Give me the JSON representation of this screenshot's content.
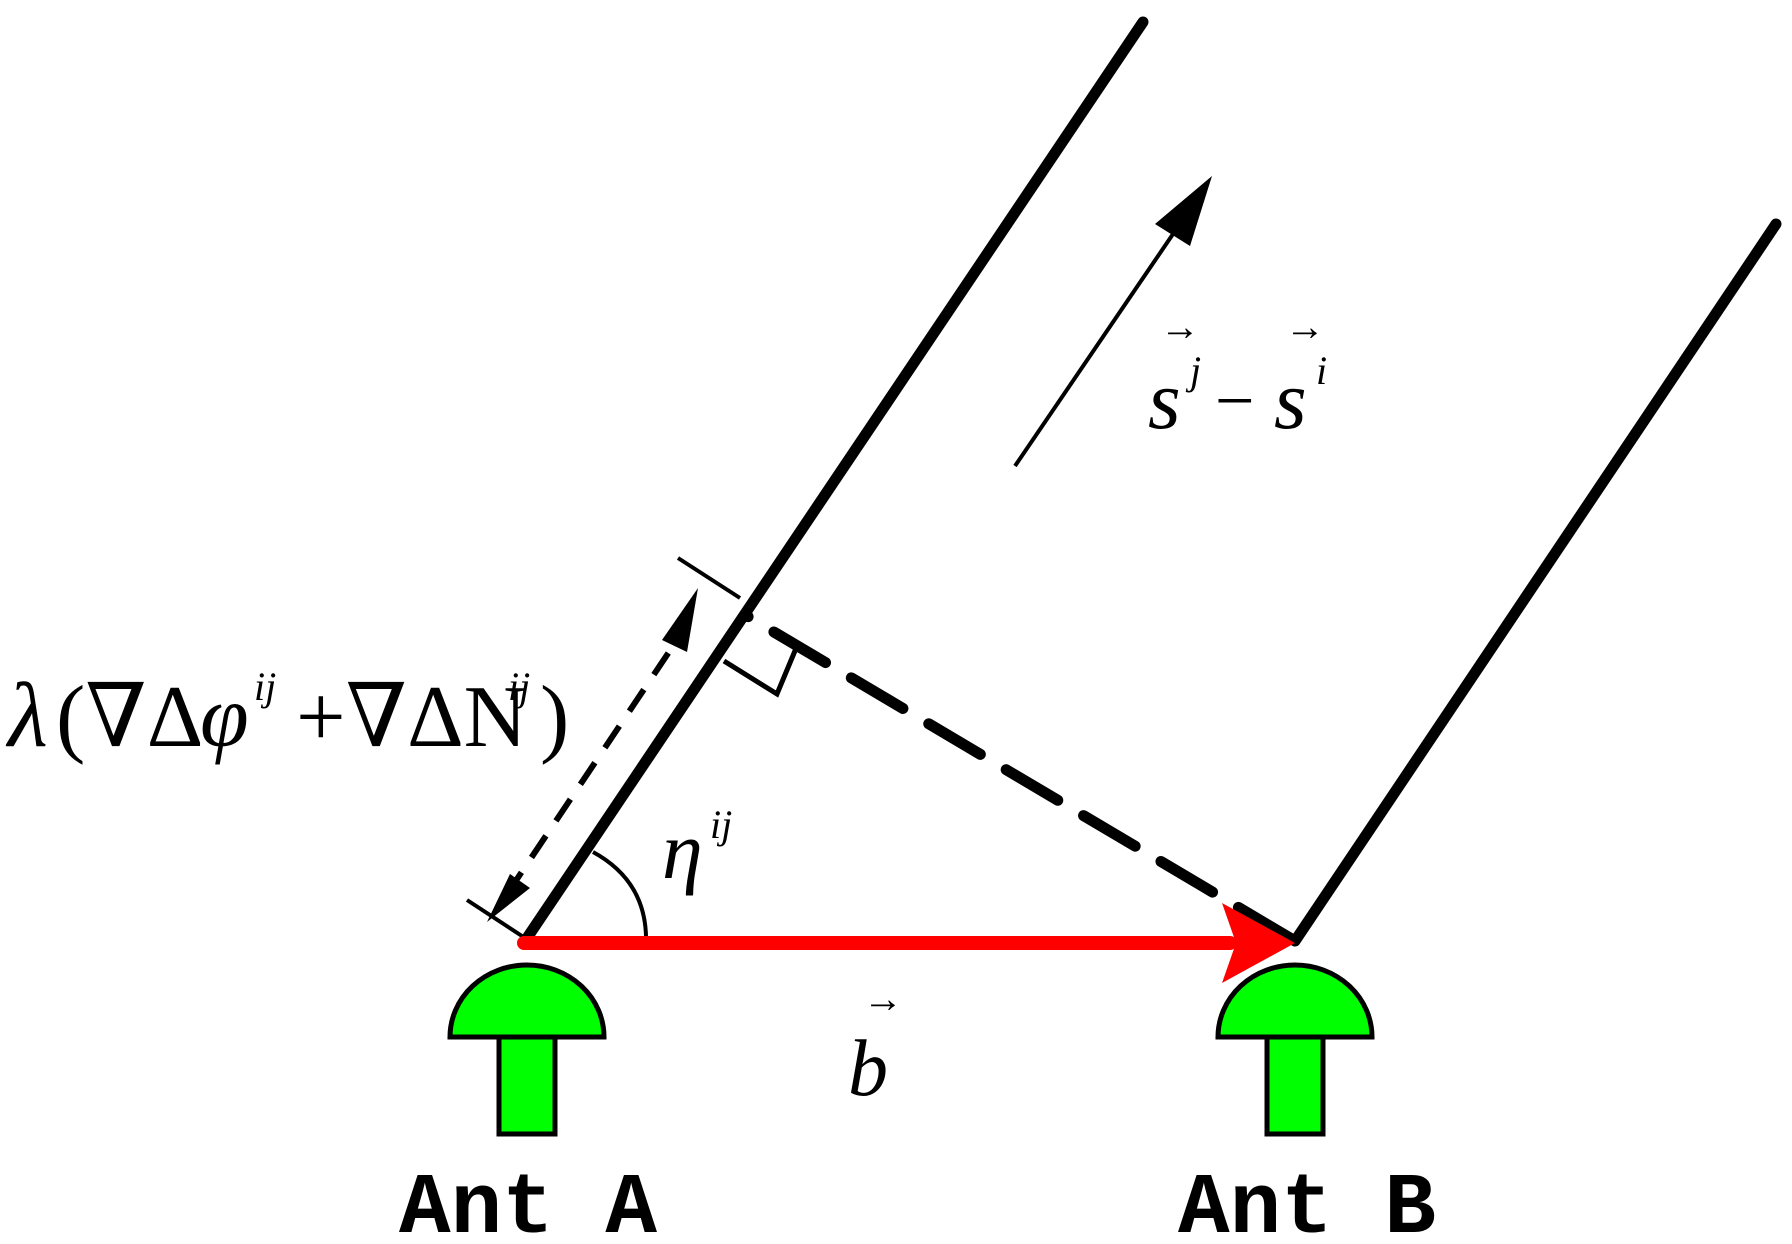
{
  "labels": {
    "ant_a": "Ant A",
    "ant_b": "Ant B",
    "baseline_symbol": "b",
    "angle_symbol": "η",
    "angle_superscript": "ij",
    "direction_first": "s",
    "direction_first_sup": "j",
    "direction_minus": "−",
    "direction_second": "s",
    "direction_second_sup": "i",
    "range_lambda": "λ",
    "range_open": "(∇Δ",
    "range_phi": "φ",
    "range_phi_sup": "ij",
    "range_plus": "+∇ΔN",
    "range_n_sup": "ij",
    "range_close": ")",
    "vector_arrow_glyph": "→"
  },
  "colors": {
    "baseline": "#ff0000",
    "antenna_fill": "#00ff00",
    "line": "#000000"
  }
}
